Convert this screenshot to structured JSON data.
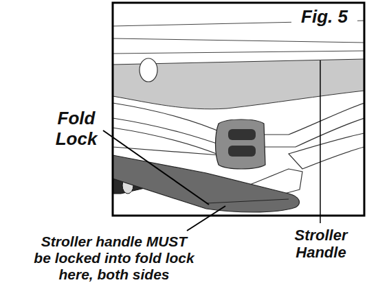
{
  "diagram": {
    "labels": [
      "Fig. 5",
      "Fold Lock",
      "Stroller Handle",
      "Stroller handle MUST be locked into fold lock here, both sides"
    ]
  }
}
